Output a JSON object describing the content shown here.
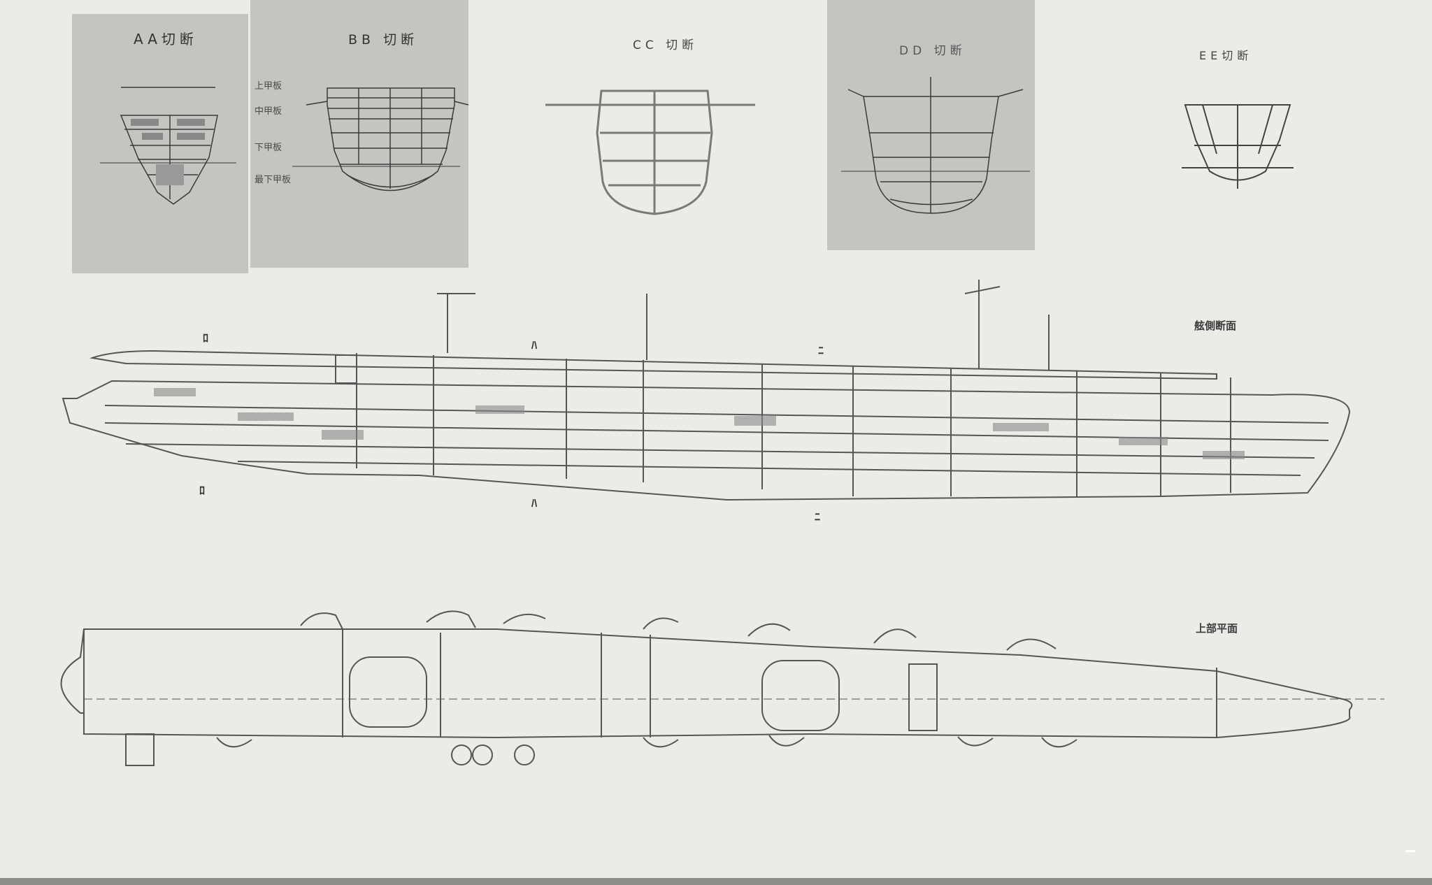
{
  "sections": {
    "aa": {
      "title": "AA切断"
    },
    "bb": {
      "title": "BB 切断"
    },
    "cc": {
      "title": "CC 切断"
    },
    "dd": {
      "title": "DD 切断"
    },
    "ee": {
      "title": "EE切断"
    }
  },
  "bb_labels": [
    "上甲板",
    "中甲板",
    "下甲板",
    "最下甲板"
  ],
  "cut_marks": {
    "mark1": "ﾛ",
    "mark2": "ﾊ",
    "mark3": "ﾆ",
    "mark4": "ﾛ",
    "mark5": "ﾊ",
    "mark6": "ﾆ"
  },
  "profile": {
    "title": "舷側断面"
  },
  "plan": {
    "title": "上部平面"
  },
  "colors": {
    "paper": "#ebebe8",
    "panel": "#c4c4c0",
    "ink": "#3a3a3a"
  }
}
